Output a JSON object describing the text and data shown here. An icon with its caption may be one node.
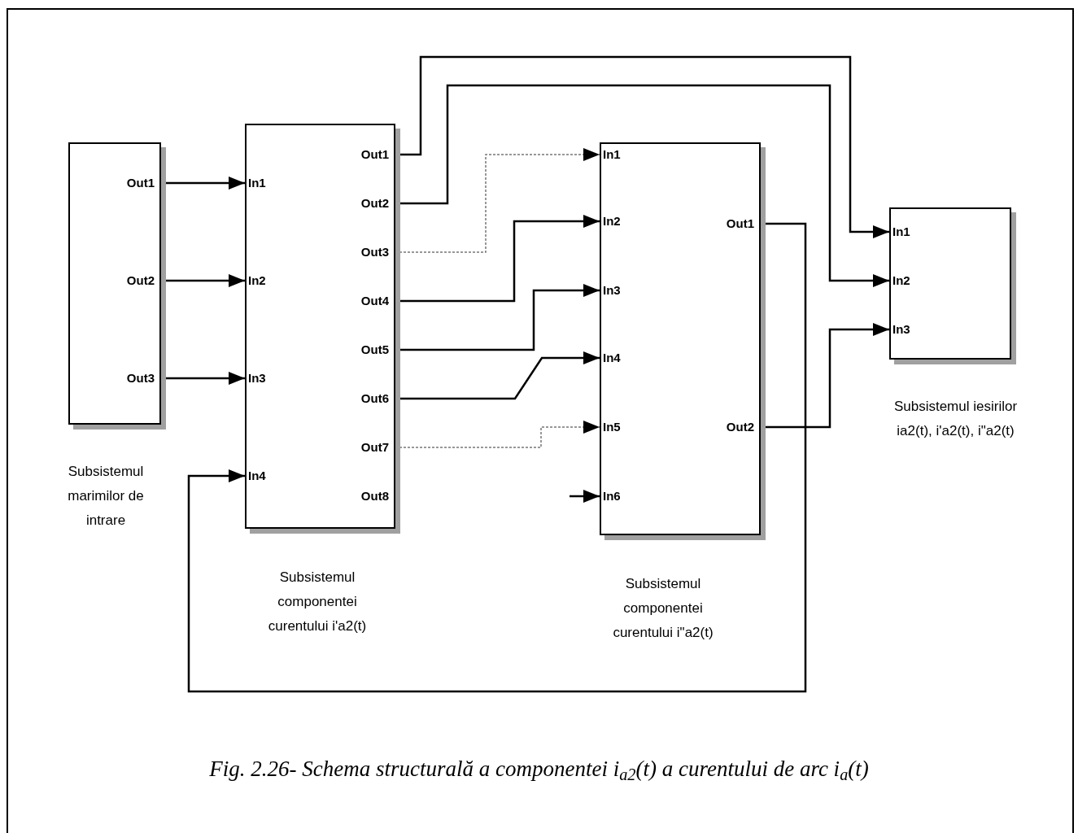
{
  "diagram": {
    "caption": "Fig. 2.26- Schema structurală a componentei i$_{a2}$(t) a curentului de arc i$_{a}$(t)",
    "nodes": [
      {
        "text": [
          "Out1",
          "Out2",
          "Out3"
        ],
        "beside": [
          "Subsistemul marimilor de intrare"
        ]
      },
      {
        "text": [
          "In1",
          "In2",
          "In3",
          "In4",
          "Out1",
          "Out2",
          "Out3",
          "Out4",
          "Out5",
          "Out6",
          "Out7",
          "Out8"
        ],
        "beside": [
          "Subsistemul componentei curentului i'a2(t)"
        ]
      },
      {
        "text": [
          "In1",
          "In2",
          "In3",
          "In4",
          "In5",
          "In6",
          "Out1",
          "Out2"
        ],
        "beside": [
          "Subsistemul componentei curentului i\"a2(t)"
        ]
      },
      {
        "text": [
          "In1",
          "In2",
          "In3"
        ],
        "beside": [
          "Subsistemul iesirilor ia2(t), i'a2(t), i\"a2(t)"
        ]
      }
    ],
    "edges": [
      {
        "from": 0,
        "to": 1,
        "arrow": "to"
      },
      {
        "from": 0,
        "to": 1,
        "arrow": "to"
      },
      {
        "from": 0,
        "to": 1,
        "arrow": "to"
      },
      {
        "from": 1,
        "to": 3,
        "arrow": "to"
      },
      {
        "from": 1,
        "to": 3,
        "arrow": "to"
      },
      {
        "from": 1,
        "to": 2,
        "arrow": "to",
        "style": "dashed",
        "color": "#777777"
      },
      {
        "from": 1,
        "to": 2,
        "arrow": "to"
      },
      {
        "from": 1,
        "to": 2,
        "arrow": "to"
      },
      {
        "from": 1,
        "to": 2,
        "arrow": "to"
      },
      {
        "from": 1,
        "to": 2,
        "arrow": "to",
        "style": "dashed",
        "color": "#777777"
      },
      {
        "from": null,
        "to": 2,
        "arrow": "to"
      },
      {
        "from": 2,
        "to": 1,
        "arrow": "to"
      },
      {
        "from": 2,
        "to": 3,
        "arrow": "to"
      }
    ]
  }
}
